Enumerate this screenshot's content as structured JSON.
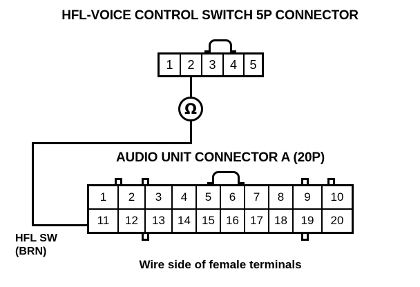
{
  "diagram": {
    "title_5p": "HFL-VOICE CONTROL SWITCH 5P CONNECTOR",
    "title_20p": "AUDIO UNIT CONNECTOR A (20P)",
    "caption": "Wire side of female terminals",
    "wire_label_line1": "HFL SW",
    "wire_label_line2": "(BRN)",
    "meter_symbol": "Ω",
    "meter_type": "ohmmeter",
    "ink_color": "#000000",
    "background_color": "#ffffff"
  },
  "connector_5p": {
    "name": "HFL-VOICE CONTROL SWITCH 5P CONNECTOR",
    "pin_count": 5,
    "rows": [
      {
        "pins": [
          "1",
          "2",
          "3",
          "4",
          "5"
        ]
      }
    ],
    "probed_pin": "2",
    "latch_position": "above-pin-3"
  },
  "connector_20p": {
    "name": "AUDIO UNIT CONNECTOR A (20P)",
    "pin_count": 20,
    "rows": [
      {
        "pins": [
          "1",
          "2",
          "3",
          "4",
          "5",
          "6",
          "7",
          "8",
          "9",
          "10"
        ]
      },
      {
        "pins": [
          "11",
          "12",
          "13",
          "14",
          "15",
          "16",
          "17",
          "18",
          "19",
          "20"
        ]
      }
    ],
    "probed_pin": "11",
    "latch_position": "above-pin-6-7-boundary"
  },
  "measurement": {
    "instrument": "ohmmeter",
    "from": "HFL-VOICE CONTROL SWITCH 5P CONNECTOR pin 2",
    "to": "AUDIO UNIT CONNECTOR A (20P) pin 11",
    "wire_name": "HFL SW",
    "wire_color_code": "BRN"
  }
}
